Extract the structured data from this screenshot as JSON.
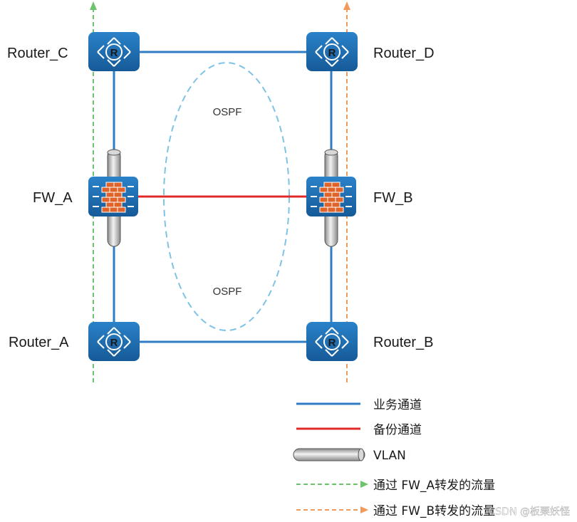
{
  "nodes": {
    "router_c": "Router_C",
    "router_d": "Router_D",
    "router_a": "Router_A",
    "router_b": "Router_B",
    "fw_a": "FW_A",
    "fw_b": "FW_B"
  },
  "router_glyph": "R",
  "ospf_top": "OSPF",
  "ospf_bottom": "OSPF",
  "legend": {
    "business": "业务通道",
    "backup": "备份通道",
    "vlan": "VLAN",
    "via_fw_a": "通过 FW_A转发的流量",
    "via_fw_b": "通过 FW_B转发的流量"
  },
  "watermark": "CSDN @板栗妖怪",
  "colors": {
    "business_link": "#2f7dc4",
    "backup_link": "#e02a2a",
    "flow_fw_a": "#6cc46c",
    "flow_fw_b": "#f29a5b",
    "device": "#1f6fb4",
    "ospf_area": "#7ec3e6"
  }
}
